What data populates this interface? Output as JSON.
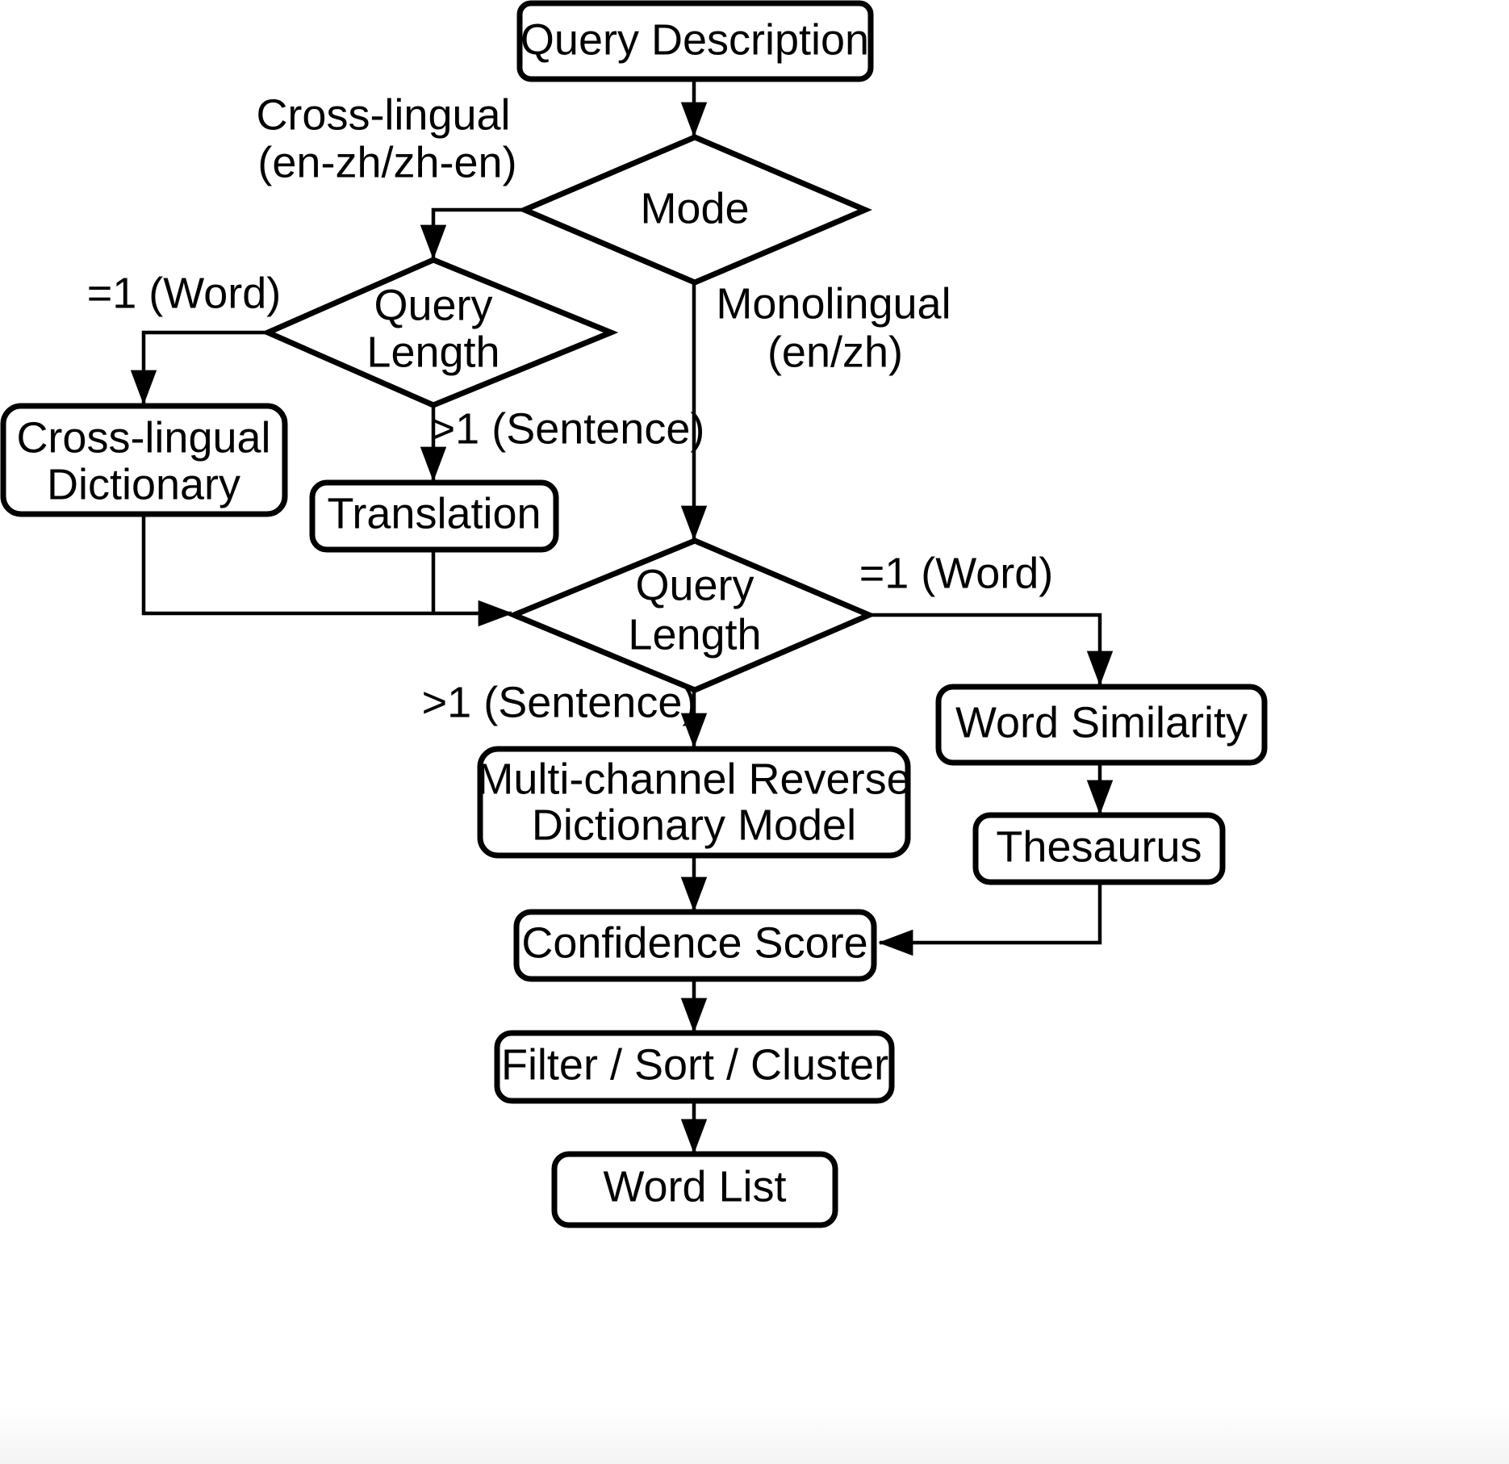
{
  "diagram": {
    "title": "Reverse Dictionary Query Processing Flowchart",
    "colors": {
      "stroke": "#000000",
      "fill": "#ffffff",
      "background": "#ffffff"
    },
    "nodes": {
      "query_description": {
        "label": "Query Description",
        "shape": "rounded-rect"
      },
      "mode": {
        "label": "Mode",
        "shape": "diamond"
      },
      "query_length_1": {
        "label_line1": "Query",
        "label_line2": "Length",
        "shape": "diamond"
      },
      "cross_lingual_dictionary": {
        "label_line1": "Cross-lingual",
        "label_line2": "Dictionary",
        "shape": "rounded-rect"
      },
      "translation": {
        "label": "Translation",
        "shape": "rounded-rect"
      },
      "query_length_2": {
        "label_line1": "Query",
        "label_line2": "Length",
        "shape": "diamond"
      },
      "word_similarity": {
        "label": "Word Similarity",
        "shape": "rounded-rect"
      },
      "thesaurus": {
        "label": "Thesaurus",
        "shape": "rounded-rect"
      },
      "multi_channel_model": {
        "label_line1": "Multi-channel Reverse",
        "label_line2": "Dictionary Model",
        "shape": "rounded-rect"
      },
      "confidence_score": {
        "label": "Confidence Score",
        "shape": "rounded-rect"
      },
      "filter_sort_cluster": {
        "label": "Filter / Sort / Cluster",
        "shape": "rounded-rect"
      },
      "word_list": {
        "label": "Word List",
        "shape": "rounded-rect"
      }
    },
    "edge_labels": {
      "cross_lingual": {
        "line1": "Cross-lingual",
        "line2": "(en-zh/zh-en)"
      },
      "monolingual": {
        "line1": "Monolingual",
        "line2": "(en/zh)"
      },
      "word_left": "=1 (Word)",
      "sentence_left": ">1 (Sentence)",
      "word_right": "=1 (Word)",
      "sentence_bottom": ">1 (Sentence)"
    }
  }
}
